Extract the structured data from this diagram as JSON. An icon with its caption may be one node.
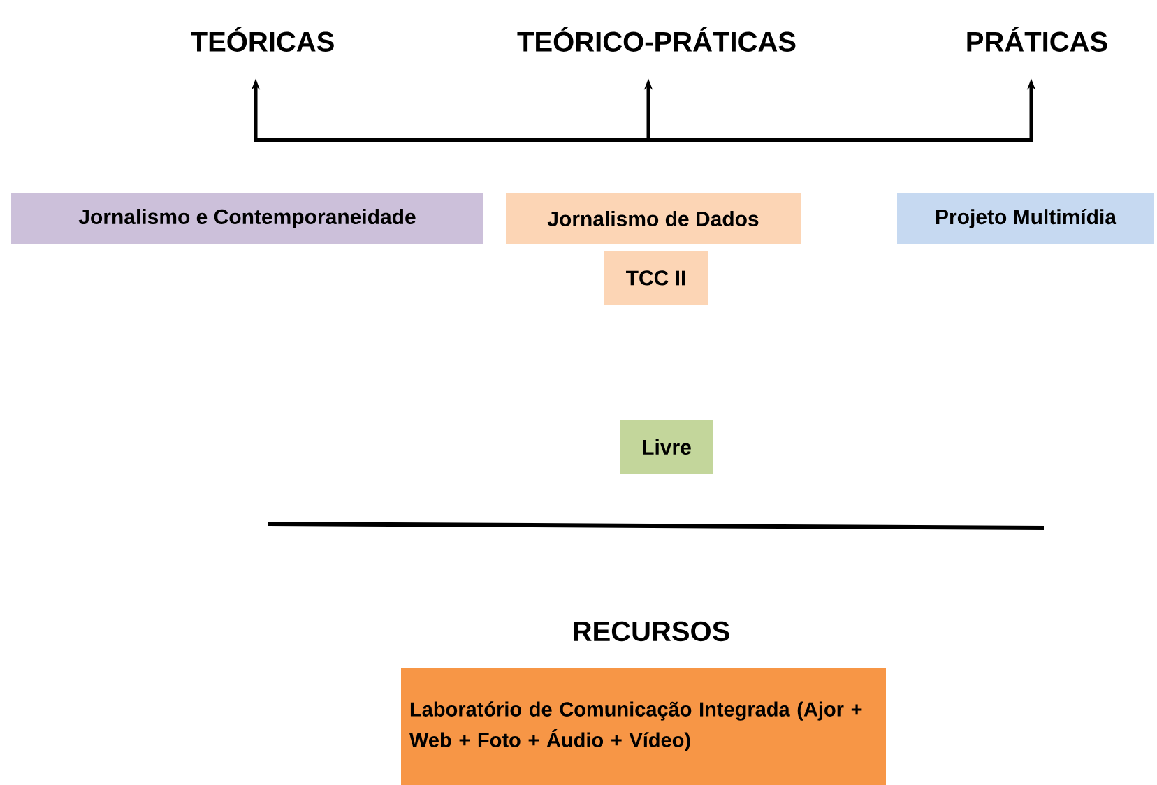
{
  "diagram": {
    "nodes": [
      {
        "text": [
          "TEÓRICAS"
        ]
      },
      {
        "text": [
          "TEÓRICO-PRÁTICAS"
        ]
      },
      {
        "text": [
          "PRÁTICAS"
        ]
      },
      {
        "text": [
          "Jornalismo e Contemporaneidade"
        ]
      },
      {
        "text": [
          "Jornalismo de Dados"
        ]
      },
      {
        "text": [
          "TCC II"
        ]
      },
      {
        "text": [
          "Projeto Multimídia"
        ]
      },
      {
        "text": [
          "Livre"
        ]
      },
      {
        "text": [
          "Laboratório de Comunicação Integrada (Ajor + Web + Foto + Áudio + Vídeo)"
        ]
      }
    ],
    "edges": [
      {
        "from": null,
        "to": 0,
        "arrow": "to"
      },
      {
        "from": null,
        "to": 1,
        "arrow": "to"
      },
      {
        "from": null,
        "to": 2,
        "arrow": "to"
      }
    ],
    "labels": [
      "RECURSOS"
    ]
  }
}
